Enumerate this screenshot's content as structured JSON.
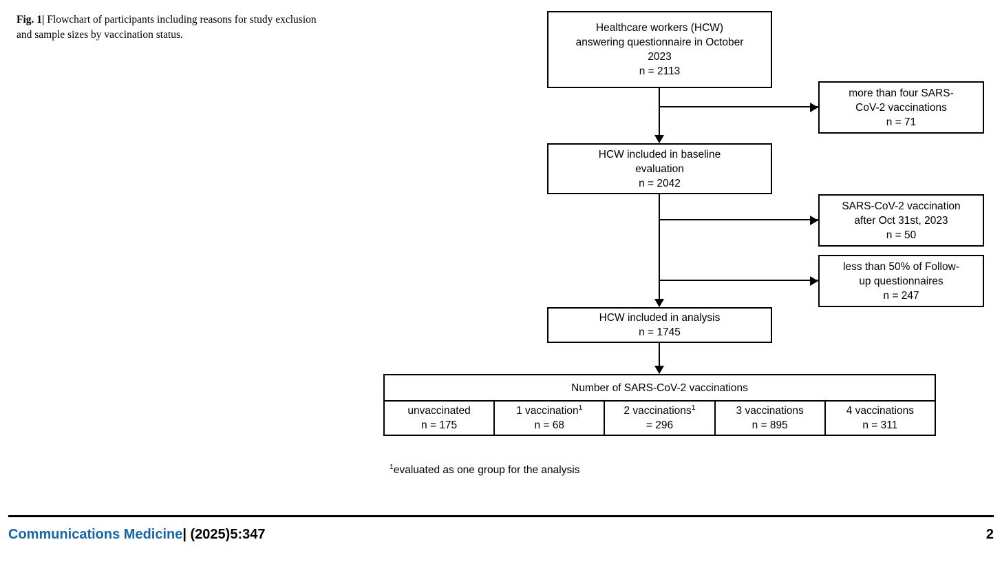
{
  "caption": {
    "fig_label": "Fig. 1",
    "separator": "|",
    "text": " Flowchart of participants including reasons for study exclusion and sample sizes by vaccination status."
  },
  "flowchart": {
    "nodes": [
      {
        "id": "hcw-questionnaire",
        "lines": [
          "Healthcare workers (HCW)",
          "answering questionnaire in October",
          "2023",
          "n = 2113"
        ]
      },
      {
        "id": "hcw-baseline",
        "lines": [
          "HCW included in baseline",
          "evaluation",
          "n = 2042"
        ]
      },
      {
        "id": "hcw-analysis",
        "lines": [
          "HCW included in analysis",
          "n = 1745"
        ]
      }
    ],
    "exclusions": [
      {
        "id": "excl-more-than-four",
        "lines": [
          "more than four SARS-",
          "CoV-2 vaccinations",
          "n = 71"
        ]
      },
      {
        "id": "excl-late-vax",
        "lines": [
          "SARS-CoV-2 vaccination",
          "after Oct 31st, 2023",
          "n = 50"
        ]
      },
      {
        "id": "excl-followup",
        "lines": [
          "less than 50% of Follow-",
          "up questionnaires",
          "n = 247"
        ]
      }
    ]
  },
  "table": {
    "header": "Number of SARS-CoV-2 vaccinations",
    "columns": [
      {
        "label": "unvaccinated",
        "footnote_marker": "",
        "value": "n = 175"
      },
      {
        "label": "1 vaccination",
        "footnote_marker": "1",
        "value": "n = 68"
      },
      {
        "label": "2 vaccinations",
        "footnote_marker": "1",
        "value": "= 296"
      },
      {
        "label": "3 vaccinations",
        "footnote_marker": "",
        "value": "n = 895"
      },
      {
        "label": "4 vaccinations",
        "footnote_marker": "",
        "value": "n = 311"
      }
    ]
  },
  "footnote": {
    "marker": "1",
    "text": "evaluated as one group for the analysis"
  },
  "footer": {
    "journal": "Communications Medicine",
    "issue": "| (2025)5:347",
    "page": "2"
  },
  "colors": {
    "journal_blue": "#1565a8",
    "ink": "#000000",
    "background": "#ffffff"
  }
}
